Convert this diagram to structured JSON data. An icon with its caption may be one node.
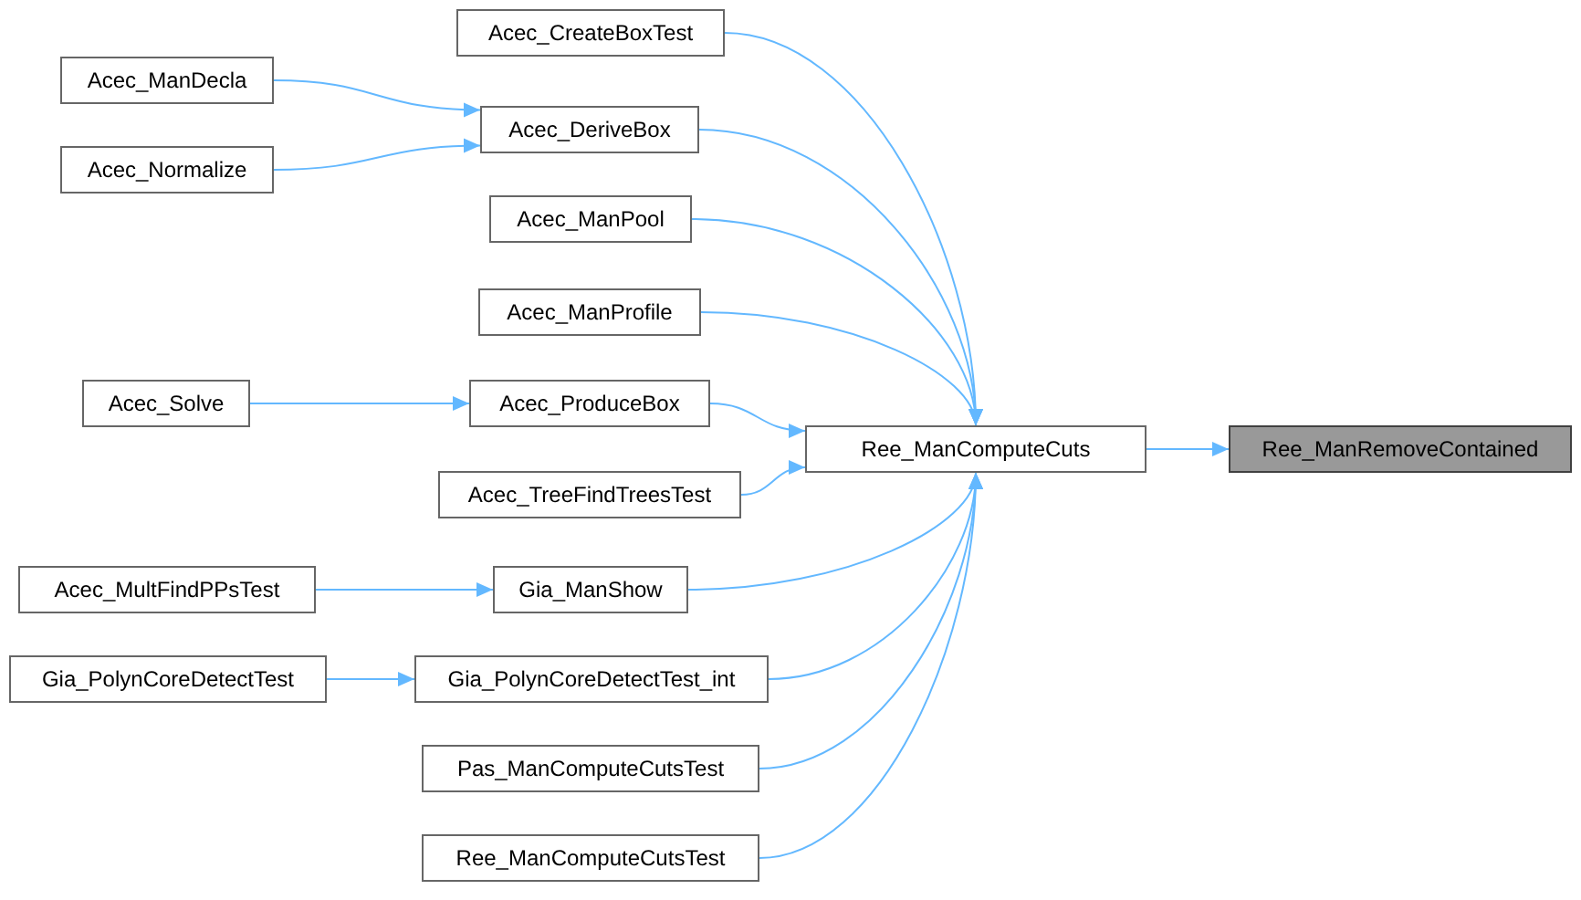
{
  "diagram": {
    "nodes": [
      {
        "text": [
          "Ree_ManRemoveContained"
        ]
      },
      {
        "text": [
          "Ree_ManComputeCuts"
        ]
      },
      {
        "text": [
          "Acec_CreateBoxTest"
        ]
      },
      {
        "text": [
          "Acec_DeriveBox"
        ]
      },
      {
        "text": [
          "Acec_ManDecla"
        ]
      },
      {
        "text": [
          "Acec_Normalize"
        ]
      },
      {
        "text": [
          "Acec_ManPool"
        ]
      },
      {
        "text": [
          "Acec_ManProfile"
        ]
      },
      {
        "text": [
          "Acec_ProduceBox"
        ]
      },
      {
        "text": [
          "Acec_Solve"
        ]
      },
      {
        "text": [
          "Acec_TreeFindTreesTest"
        ]
      },
      {
        "text": [
          "Gia_ManShow"
        ]
      },
      {
        "text": [
          "Acec_MultFindPPsTest"
        ]
      },
      {
        "text": [
          "Gia_PolynCoreDetectTest_int"
        ]
      },
      {
        "text": [
          "Gia_PolynCoreDetectTest"
        ]
      },
      {
        "text": [
          "Pas_ManComputeCutsTest"
        ]
      },
      {
        "text": [
          "Ree_ManComputeCutsTest"
        ]
      }
    ],
    "edges": [
      {
        "from": 1,
        "to": 0,
        "arrow": "to"
      },
      {
        "from": 2,
        "to": 1,
        "arrow": "to"
      },
      {
        "from": 3,
        "to": 1,
        "arrow": "to"
      },
      {
        "from": 4,
        "to": 3,
        "arrow": "to"
      },
      {
        "from": 5,
        "to": 3,
        "arrow": "to"
      },
      {
        "from": 6,
        "to": 1,
        "arrow": "to"
      },
      {
        "from": 7,
        "to": 1,
        "arrow": "to"
      },
      {
        "from": 8,
        "to": 1,
        "arrow": "to"
      },
      {
        "from": 9,
        "to": 8,
        "arrow": "to"
      },
      {
        "from": 10,
        "to": 1,
        "arrow": "to"
      },
      {
        "from": 11,
        "to": 1,
        "arrow": "to"
      },
      {
        "from": 12,
        "to": 11,
        "arrow": "to"
      },
      {
        "from": 13,
        "to": 1,
        "arrow": "to"
      },
      {
        "from": 14,
        "to": 13,
        "arrow": "to"
      },
      {
        "from": 15,
        "to": 1,
        "arrow": "to"
      },
      {
        "from": 16,
        "to": 1,
        "arrow": "to"
      }
    ]
  }
}
